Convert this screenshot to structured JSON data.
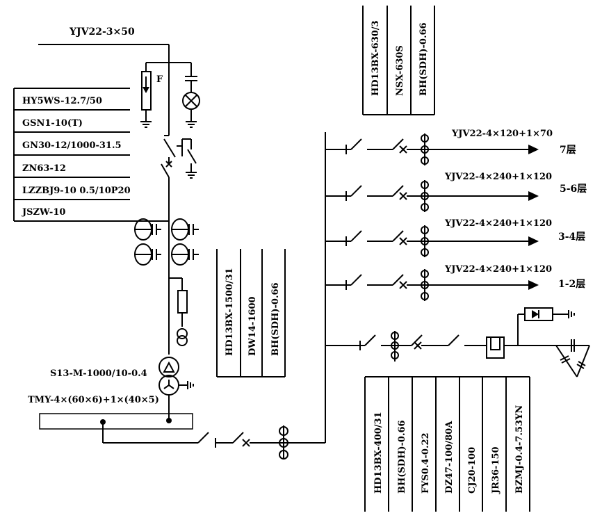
{
  "incoming_cable": "YJV22-3×50",
  "fuse_label": "F",
  "hv_equipment": [
    "HY5WS-12.7/50",
    "GSN1-10(T)",
    "GN30-12/1000-31.5",
    "ZN63-12",
    "LZZBJ9-10  0.5/10P20",
    "JSZW-10"
  ],
  "transformer": "S13-M-1000/10-0.4",
  "busbar": "TMY-4×(60×6)+1×(40×5)",
  "main_lv_box": [
    "HD13BX-1500/31",
    "DW14-1600",
    "BH(SDH)-0.66"
  ],
  "top_lv_box": [
    "HD13BX-630/3",
    "NSX-630S",
    "BH(SDH)-0.66"
  ],
  "bottom_lv_box": [
    "HD13BX-400/31",
    "BH(SDH)-0.66",
    "FYS0.4-0.22",
    "DZ47-100/80A",
    "CJ20-100",
    "JR36-150",
    "BZMJ-0.4-7.53YN"
  ],
  "feeders": [
    {
      "cable": "YJV22-4×120+1×70",
      "dest": "7层"
    },
    {
      "cable": "YJV22-4×240+1×120",
      "dest": "5-6层"
    },
    {
      "cable": "YJV22-4×240+1×120",
      "dest": "3-4层"
    },
    {
      "cable": "YJV22-4×240+1×120",
      "dest": "1-2层"
    }
  ]
}
